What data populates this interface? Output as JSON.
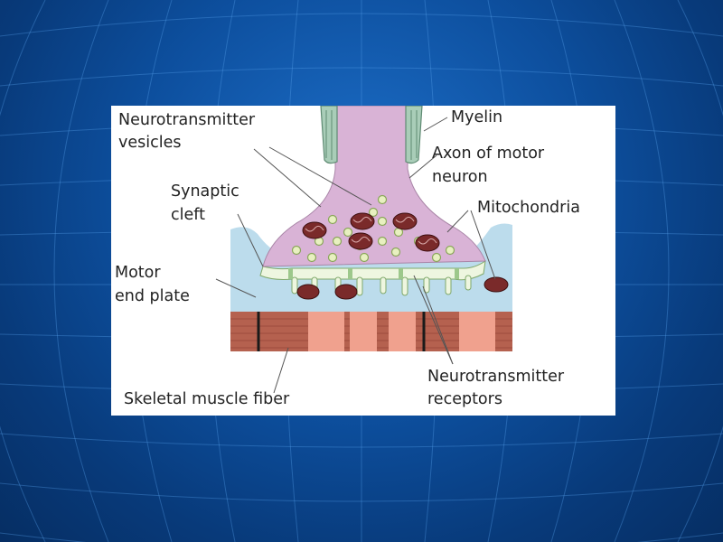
{
  "labels": {
    "neurotransmitter_vesicles": [
      "Neurotransmitter",
      "vesicles"
    ],
    "myelin": "Myelin",
    "axon": [
      "Axon of motor",
      "neuron"
    ],
    "synaptic_cleft": [
      "Synaptic",
      "cleft"
    ],
    "mitochondria": "Mitochondria",
    "motor_end_plate": [
      "Motor",
      "end plate"
    ],
    "receptors": [
      "Neurotransmitter",
      "receptors"
    ],
    "skeletal_muscle": "Skeletal muscle fiber"
  },
  "colors": {
    "axon": "#d9b3d6",
    "myelin": "#a9cdb8",
    "end_plate": "#bcdcec",
    "cleft": "#eef6e0",
    "vesicle": "#e8f0c0",
    "mitochondria": "#7a2a2a",
    "muscle_dark": "#b5614f",
    "muscle_light": "#f0a18e"
  }
}
